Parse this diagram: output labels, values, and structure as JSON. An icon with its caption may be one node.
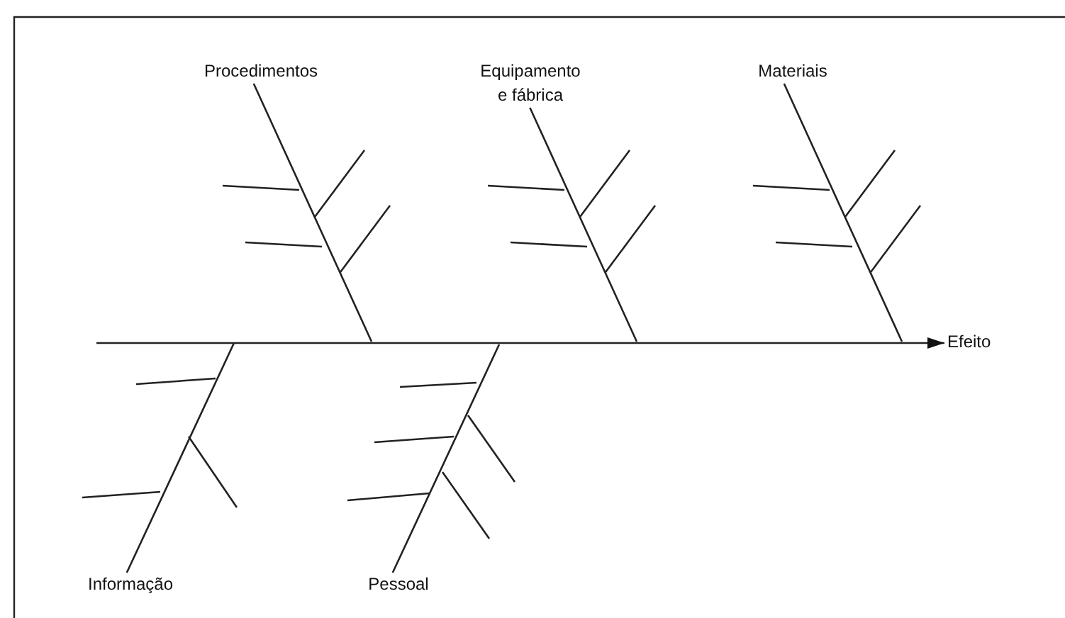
{
  "diagram": {
    "nodes": [
      {
        "text": [
          "Procedimentos"
        ]
      },
      {
        "text": [
          "Equipamento e fábrica"
        ]
      },
      {
        "text": [
          "Materiais"
        ]
      },
      {
        "text": [
          "Informação"
        ]
      },
      {
        "text": [
          "Pessoal"
        ]
      },
      {
        "text": [
          "Efeito"
        ]
      }
    ],
    "edges": [
      {
        "from": null,
        "to": 5,
        "arrow": "to"
      },
      {
        "from": 0,
        "to": null,
        "arrow": "none"
      },
      {
        "from": 1,
        "to": null,
        "arrow": "none"
      },
      {
        "from": 2,
        "to": null,
        "arrow": "none"
      },
      {
        "from": 3,
        "to": null,
        "arrow": "none"
      },
      {
        "from": 4,
        "to": null,
        "arrow": "none"
      }
    ]
  }
}
